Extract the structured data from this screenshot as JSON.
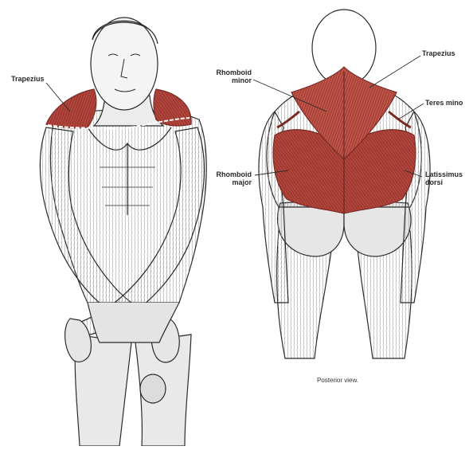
{
  "colors": {
    "muscle_highlight": "#b3453c",
    "muscle_highlight_light": "#d56a5e",
    "line": "#2b2b2b",
    "skin_shade": "#bdbdbd",
    "background": "#ffffff"
  },
  "front_view": {
    "labels": {
      "trapezius": "Trapezius"
    }
  },
  "back_view": {
    "labels": {
      "rhomboid_minor_line1": "Rhomboid",
      "rhomboid_minor_line2": "minor",
      "rhomboid_major_line1": "Rhomboid",
      "rhomboid_major_line2": "major",
      "trapezius": "Trapezius",
      "teres_minor": "Teres mino",
      "latissimus_line1": "Latissimus",
      "latissimus_line2": "dorsi"
    },
    "caption": "Posterior view."
  }
}
